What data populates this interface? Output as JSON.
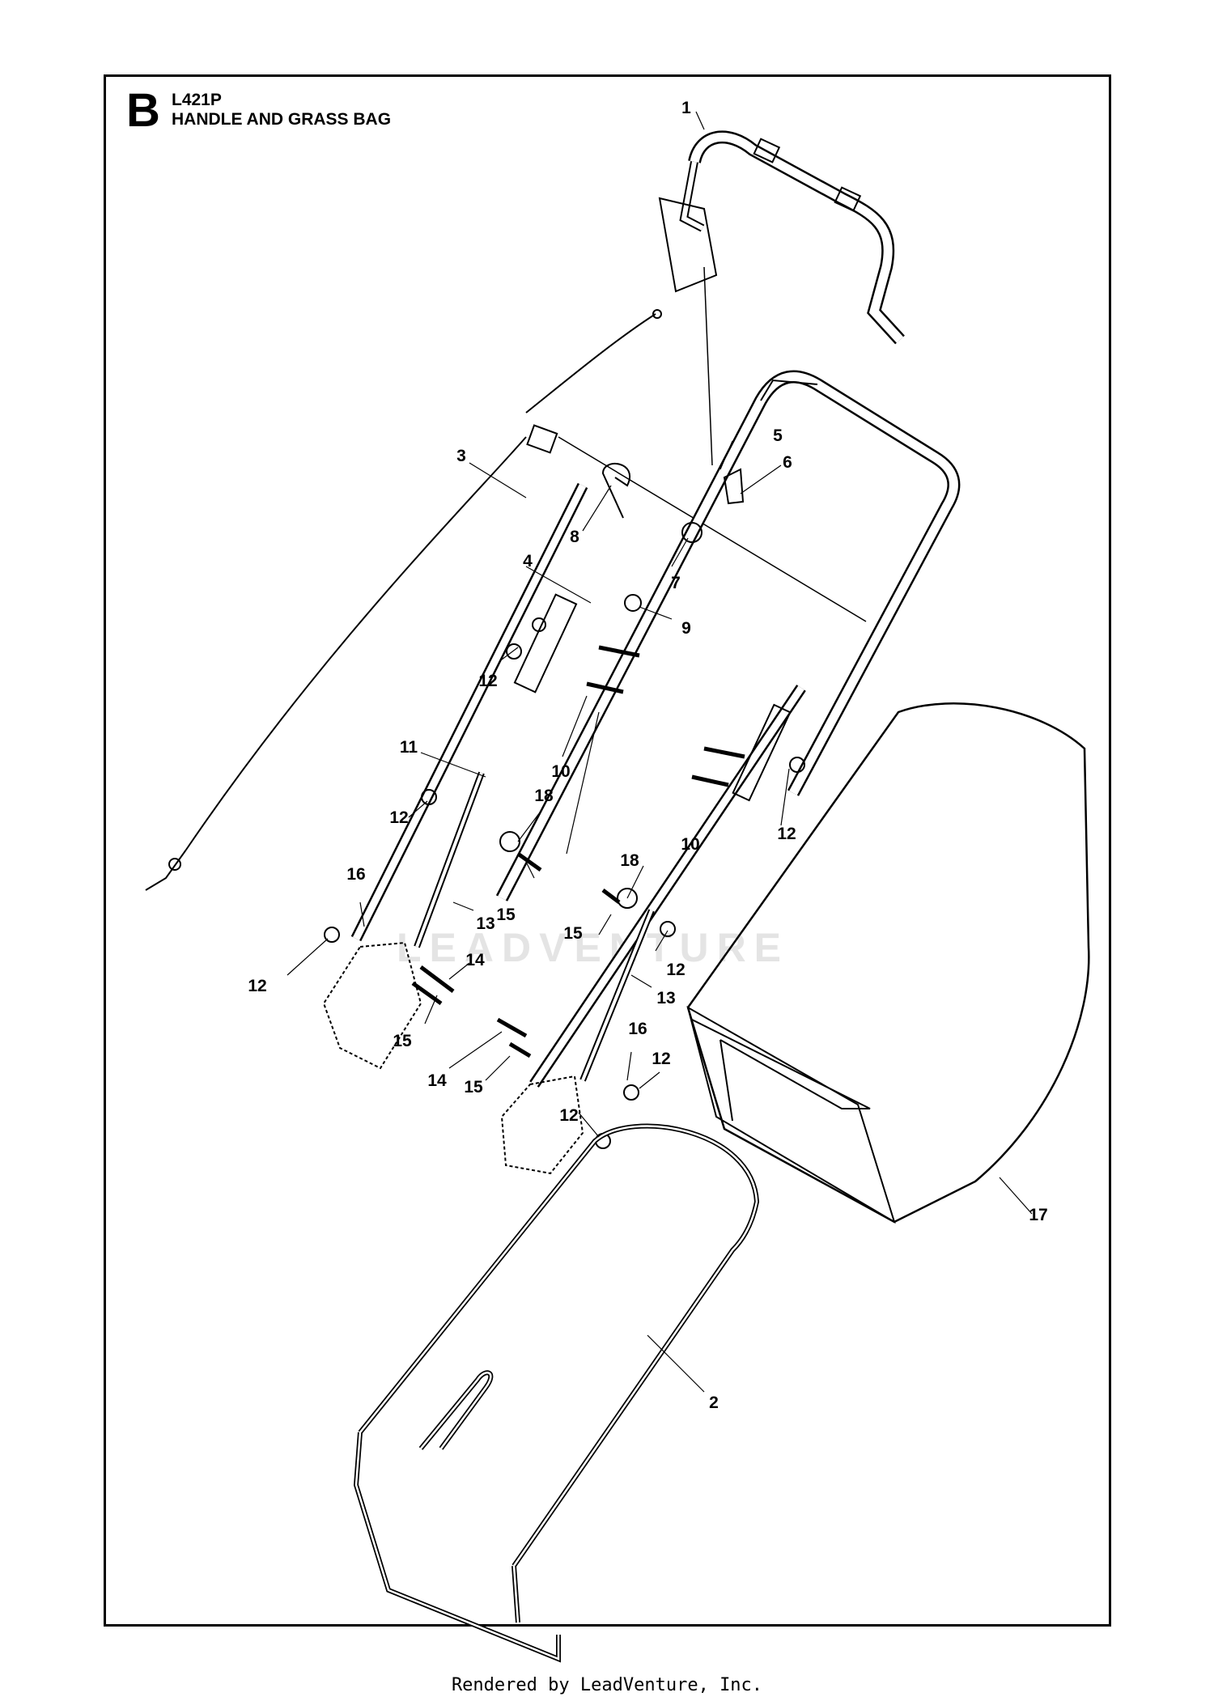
{
  "header": {
    "section_letter": "B",
    "model": "L421P",
    "title": "HANDLE AND GRASS BAG"
  },
  "callouts": [
    {
      "id": "c1",
      "text": "1"
    },
    {
      "id": "c2",
      "text": "2"
    },
    {
      "id": "c3",
      "text": "3"
    },
    {
      "id": "c4",
      "text": "4"
    },
    {
      "id": "c5",
      "text": "5"
    },
    {
      "id": "c6",
      "text": "6"
    },
    {
      "id": "c7",
      "text": "7"
    },
    {
      "id": "c8",
      "text": "8"
    },
    {
      "id": "c9",
      "text": "9"
    },
    {
      "id": "c10a",
      "text": "10"
    },
    {
      "id": "c10b",
      "text": "10"
    },
    {
      "id": "c11",
      "text": "11"
    },
    {
      "id": "c12a",
      "text": "12"
    },
    {
      "id": "c12b",
      "text": "12"
    },
    {
      "id": "c12c",
      "text": "12"
    },
    {
      "id": "c12d",
      "text": "12"
    },
    {
      "id": "c12e",
      "text": "12"
    },
    {
      "id": "c12f",
      "text": "12"
    },
    {
      "id": "c12g",
      "text": "12"
    },
    {
      "id": "c13a",
      "text": "13"
    },
    {
      "id": "c13b",
      "text": "13"
    },
    {
      "id": "c14a",
      "text": "14"
    },
    {
      "id": "c14b",
      "text": "14"
    },
    {
      "id": "c15a",
      "text": "15"
    },
    {
      "id": "c15b",
      "text": "15"
    },
    {
      "id": "c15c",
      "text": "15"
    },
    {
      "id": "c15d",
      "text": "15"
    },
    {
      "id": "c16a",
      "text": "16"
    },
    {
      "id": "c16b",
      "text": "16"
    },
    {
      "id": "c17",
      "text": "17"
    },
    {
      "id": "c18a",
      "text": "18"
    },
    {
      "id": "c18b",
      "text": "18"
    }
  ],
  "watermark": "LEADVENTURE",
  "footer": "Rendered by LeadVenture, Inc."
}
